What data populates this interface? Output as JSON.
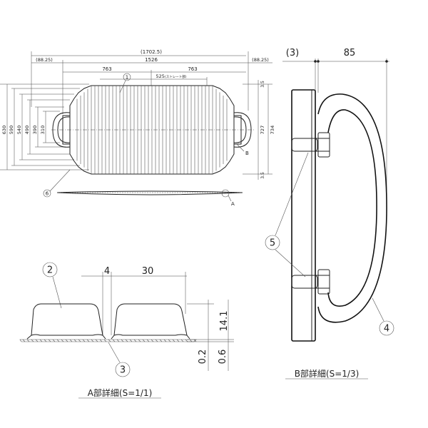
{
  "overall": {
    "total_width": "(1702.5)",
    "left_margin": "(88.25)",
    "right_margin": "(88.25)",
    "inner_width": "1526",
    "left_half": "763",
    "right_half": "763",
    "straight_label": "525",
    "straight_note": "(ストレート部)",
    "height_values": [
      "630",
      "590",
      "540",
      "490",
      "390",
      "310"
    ],
    "right_height_a": "727",
    "right_height_b": "734",
    "top_offset": "3.5",
    "bottom_offset": "3.5"
  },
  "callouts": {
    "c1": "1",
    "c2": "2",
    "c3": "3",
    "c4": "4",
    "c5": "5",
    "c6": "6",
    "label_a": "A",
    "label_b": "B"
  },
  "detail_a": {
    "dim_gap": "4",
    "dim_pitch": "30",
    "dim_height": "14.1",
    "dim_low": "0.2",
    "dim_base": "0.6",
    "caption": "A部詳細(S=1/1)"
  },
  "detail_b": {
    "dim_left": "(3)",
    "dim_width": "85",
    "caption": "B部詳細(S=1/3)"
  }
}
